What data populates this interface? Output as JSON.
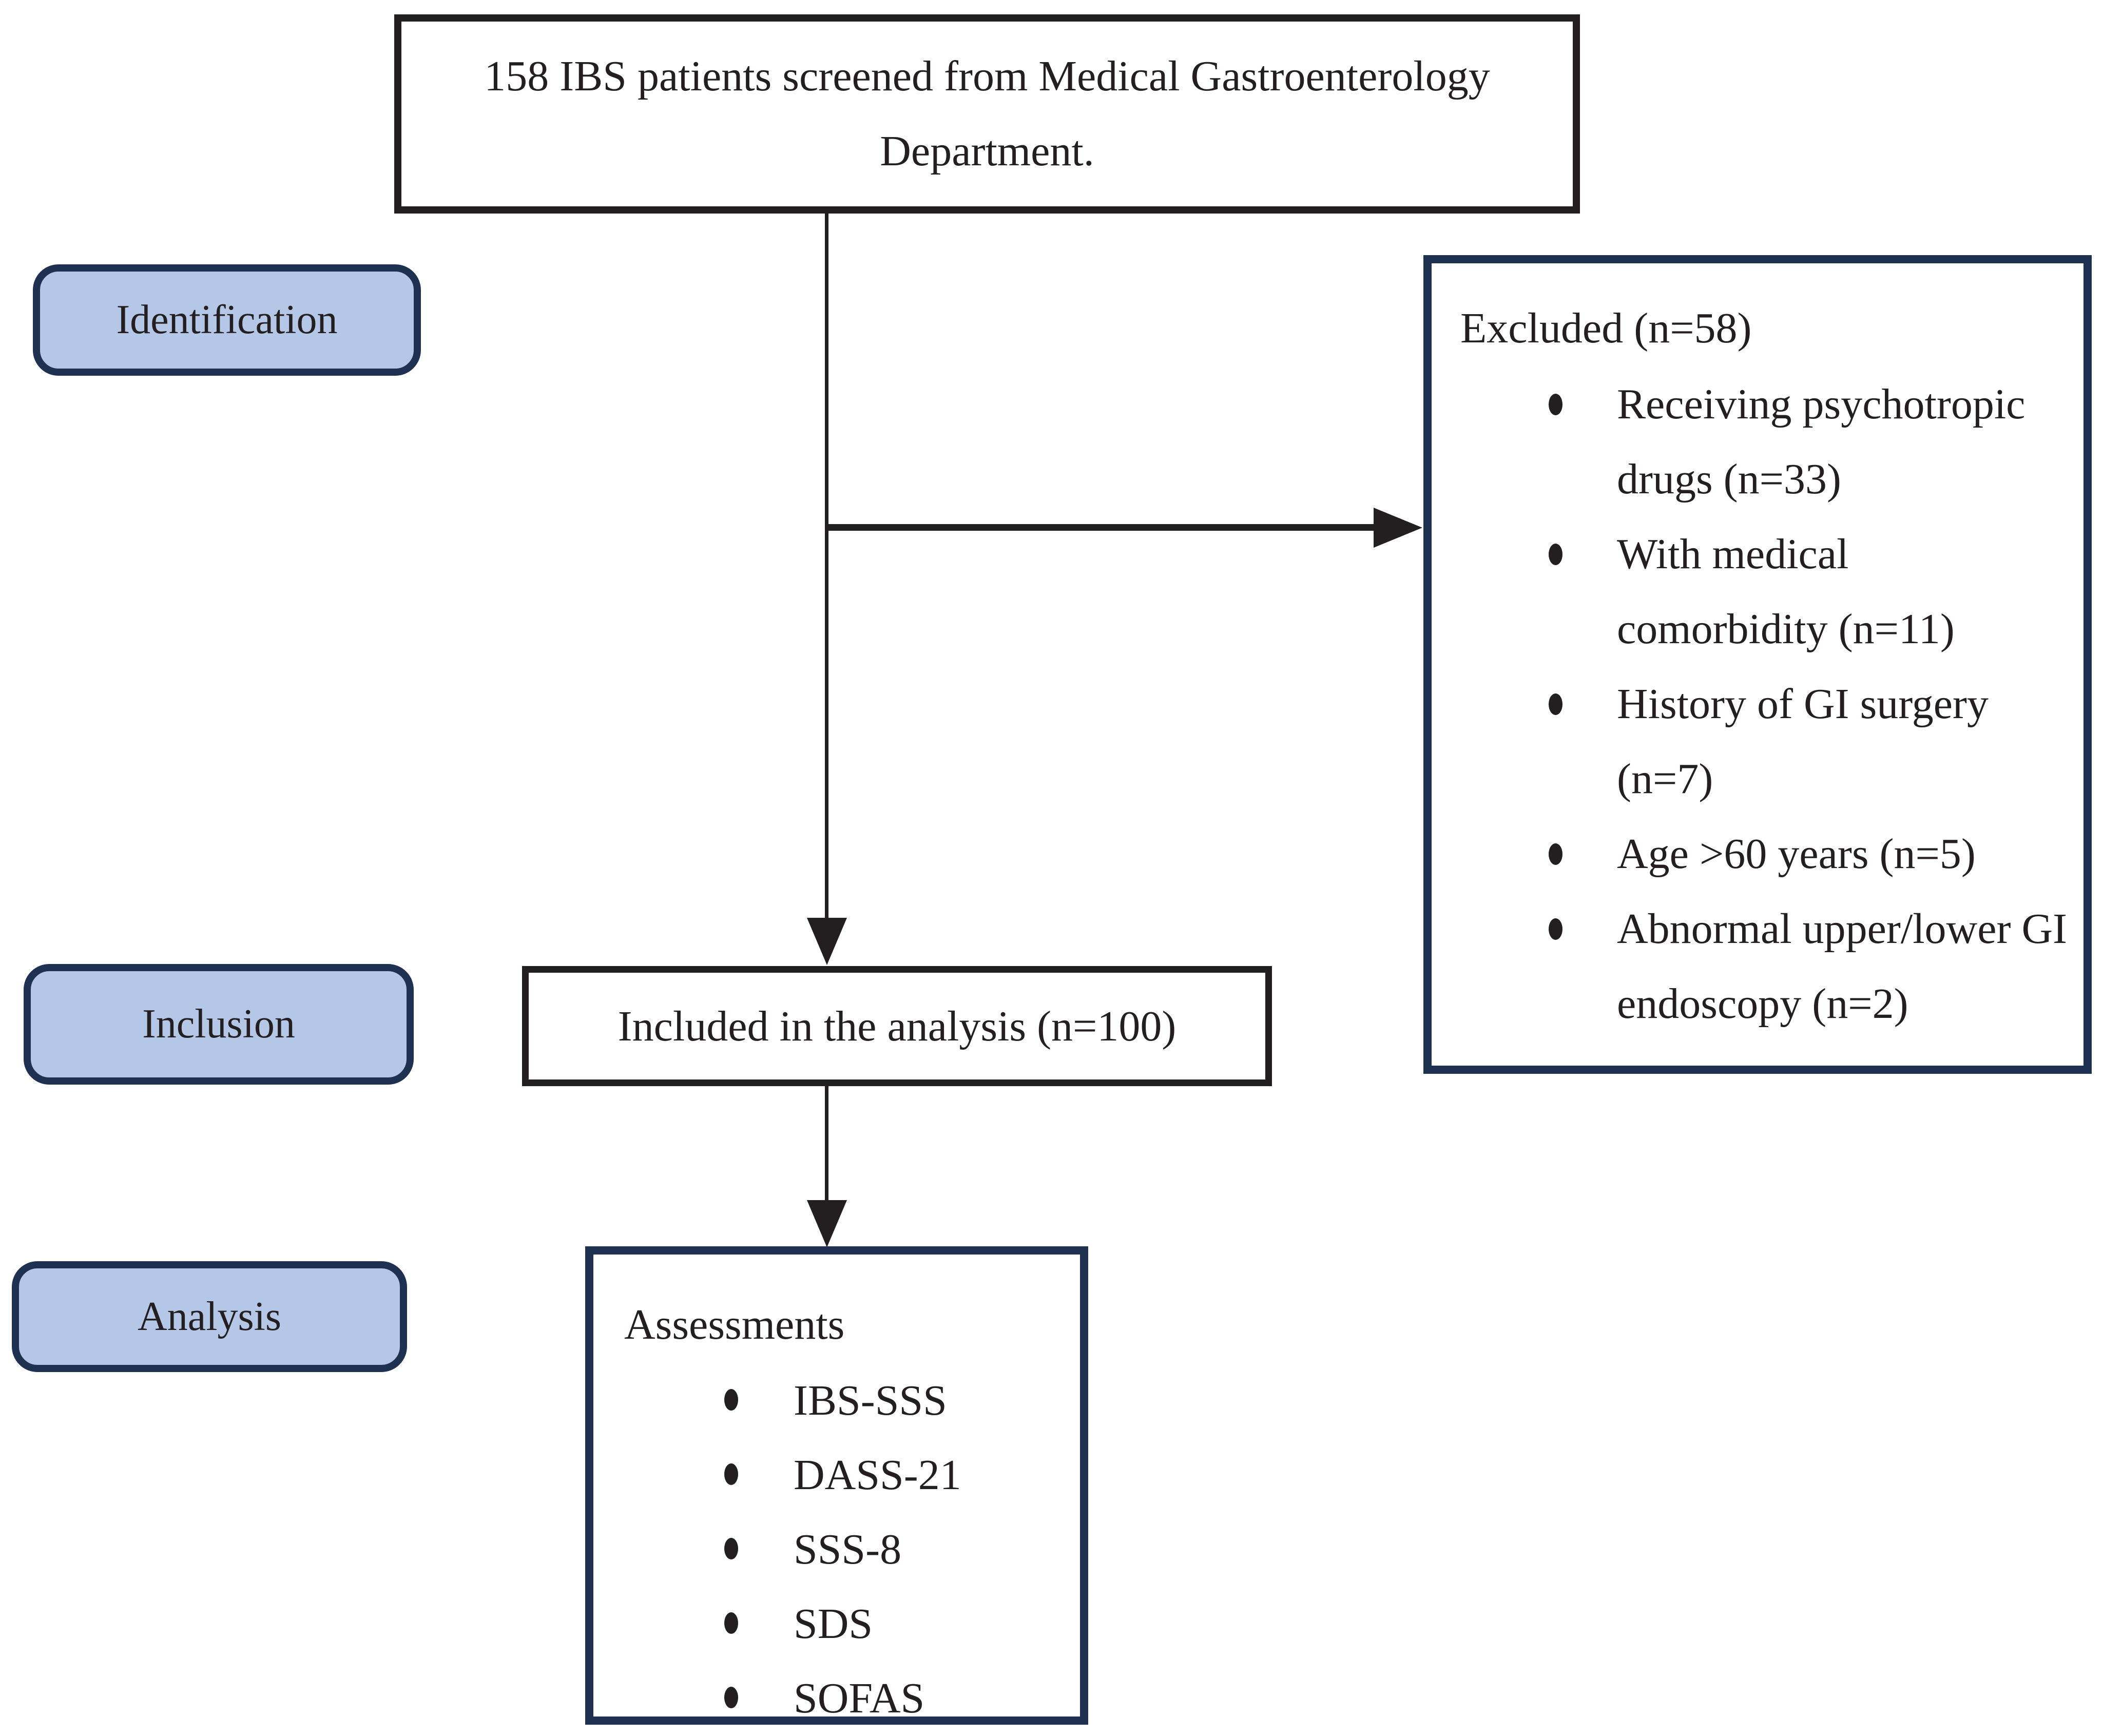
{
  "flowchart": {
    "top_box": {
      "text": "158 IBS patients screened from Medical Gastroenterology Department."
    },
    "stage_labels": [
      {
        "label": "Identification"
      },
      {
        "label": "Inclusion"
      },
      {
        "label": "Analysis"
      }
    ],
    "excluded_box": {
      "heading": "Excluded (n=58)",
      "items": [
        "Receiving psychotropic drugs (n=33)",
        "With medical comorbidity (n=11)",
        "History of GI surgery (n=7)",
        "Age >60 years (n=5)",
        "Abnormal upper/lower GI endoscopy (n=2)"
      ]
    },
    "included_box": {
      "text": "Included in the analysis (n=100)"
    },
    "assessments_box": {
      "heading": "Assessments",
      "items": [
        "IBS-SSS",
        "DASS-21",
        "SSS-8",
        "SDS",
        "SOFAS"
      ]
    },
    "colors": {
      "stage_fill": "#b4c7e7",
      "navy_border": "#1e3150",
      "black": "#231f20"
    }
  }
}
